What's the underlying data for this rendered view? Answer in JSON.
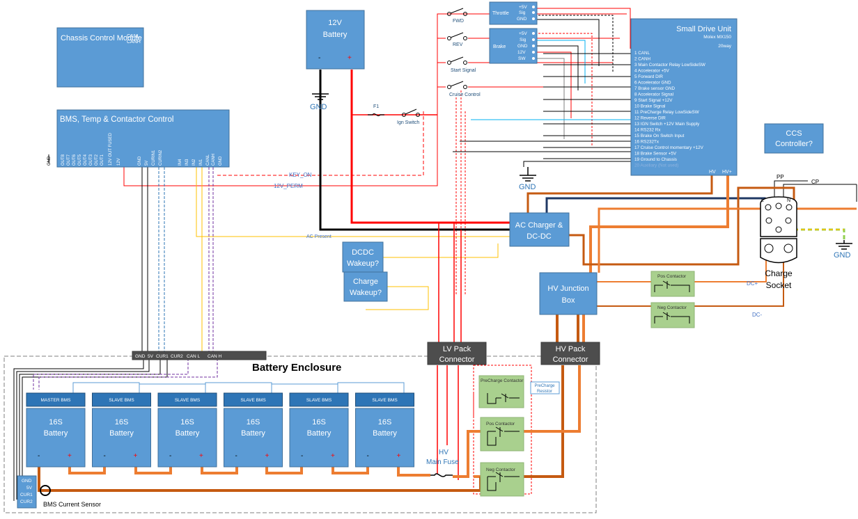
{
  "blocks": {
    "chassis": {
      "title": "Chassis Control Module",
      "pins": [
        "CANL",
        "CANH"
      ]
    },
    "bms_control": {
      "title": "BMS, Temp & Contactor Control",
      "pins": [
        "GND",
        "OUT8",
        "OUT7",
        "OUT6",
        "OUT5",
        "OUT4",
        "OUT3",
        "OUT2",
        "OUT1",
        "12V OUT FUSED",
        "12V",
        "GND",
        "5V",
        "CURIN1",
        "CURIN2",
        "IN4",
        "IN3",
        "IN2",
        "IN1",
        "CANL",
        "CANH",
        "GND"
      ]
    },
    "battery_12v": {
      "title": "12V Battery",
      "neg": "-",
      "pos": "+"
    },
    "sdu": {
      "title": "Small Drive Unit",
      "subtitle": "Molex MX150",
      "variant": "20way",
      "pins": [
        "1 CANL",
        "2 CANH",
        "3 Main Contactor Relay LowSideSW",
        "4 Accelerator +5V",
        "5 Forward DIR",
        "6 Accelerator GND",
        "7 Brake sensor GND",
        "8 Accelerator Signal",
        "9 Start Signal +12V",
        "10 Brake Signal",
        "11 PreCharge Relay LowSideSW",
        "12 Reverse DIR",
        "13 IGN Switch +12V Main Supply",
        "14 RS232 Rx",
        "15 Brake On Switch Input",
        "16 RS232Tx",
        "17 Cruise Control momentary +12V",
        "18 Brake Sensor +5V",
        "19 Ground to Chassis",
        "20 Auxiliary (Not used)"
      ],
      "hv_neg": "HV",
      "hv_pos": "HV+"
    },
    "ccs": {
      "title": "CCS Controller?"
    },
    "throttle": {
      "title": "Throttle",
      "pins": [
        "+5V",
        "Sig",
        "GND"
      ]
    },
    "brake": {
      "title": "Brake",
      "pins": [
        "+5V",
        "Sig",
        "GND",
        "12V",
        "SW"
      ]
    },
    "ac_charger": {
      "title": "AC Charger & DC-DC"
    },
    "hv_junction": {
      "title": "HV Junction Box"
    },
    "dcdc_wakeup": {
      "title": "DCDC Wakeup?"
    },
    "charge_wakeup": {
      "title": "Charge Wakeup?"
    },
    "charge_socket": {
      "title": "Charge Socket",
      "pp": "PP",
      "cp": "CP"
    },
    "lv_pack": {
      "title": "LV Pack Connector"
    },
    "hv_pack": {
      "title": "HV Pack Connector"
    },
    "enclosure": {
      "title": "Battery Enclosure",
      "bus_pins": [
        "GND",
        "5V",
        "CUR1",
        "CUR2",
        "CAN L",
        "CAN H"
      ]
    },
    "cur_sensor": {
      "pins": [
        "GND",
        "5V",
        "CUR1",
        "CUR2"
      ],
      "label": "BMS Current Sensor"
    },
    "precharge_resistor": {
      "title": "PreCharge Resistor"
    },
    "contactors": {
      "pos_outer": "Pos Contactor",
      "neg_outer": "Neg Contactor",
      "precharge": "PreCharge Contactor",
      "pos_inner": "Pos Contactor",
      "neg_inner": "Neg Contactor"
    },
    "switches": {
      "fwd": "FWD",
      "rev": "REV",
      "start": "Start Signal",
      "cruise": "Cruise Control",
      "ign": "Ign Switch"
    },
    "fuse": "F1",
    "hv_fuse": "HV Main Fuse"
  },
  "batteries": [
    {
      "header": "MASTER BMS",
      "label": "16S Battery",
      "neg": "-",
      "pos": "+"
    },
    {
      "header": "SLAVE BMS",
      "label": "16S Battery",
      "neg": "-",
      "pos": "+"
    },
    {
      "header": "SLAVE BMS",
      "label": "16S Battery",
      "neg": "-",
      "pos": "+"
    },
    {
      "header": "SLAVE BMS",
      "label": "16S Battery",
      "neg": "-",
      "pos": "+"
    },
    {
      "header": "SLAVE BMS",
      "label": "16S Battery",
      "neg": "-",
      "pos": "+"
    },
    {
      "header": "SLAVE BMS",
      "label": "16S Battery",
      "neg": "-",
      "pos": "+"
    }
  ],
  "nets": {
    "key_on": "KEY_ON",
    "perm_12v": "12V_PERM",
    "ac_present": "AC Present",
    "dc_pos": "DC+",
    "dc_neg": "DC-",
    "gnd": "GND"
  },
  "colors": {
    "block": "#5b9bd5",
    "contactor": "#a9d08e",
    "hv": "#ed7d31",
    "hv_dark": "#c55a11",
    "wire_12v": "#ff0000",
    "gnd_wire": "#000000",
    "ac_present": "#ffc000",
    "can": "#7030a0",
    "dc_bus": "#1f3864"
  }
}
